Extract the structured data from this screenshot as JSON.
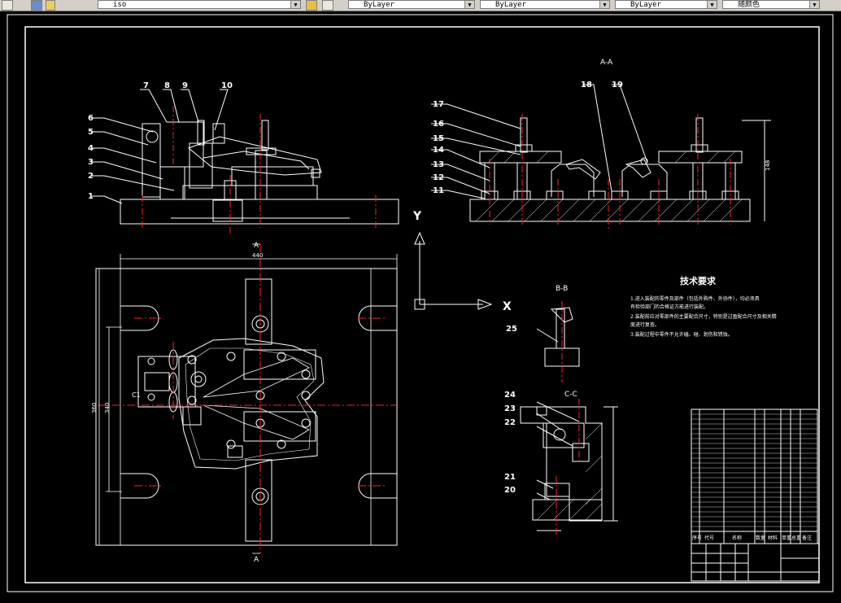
{
  "toolbar": {
    "layer_name": "iso",
    "color": "ByLayer",
    "linetype": "ByLayer",
    "lineweight": "ByLayer",
    "plotstyle": "随颜色"
  },
  "drawing": {
    "views": {
      "section_aa": "A-A",
      "section_bb": "B-B",
      "section_cc": "C-C",
      "section_mark_a_top": "A",
      "section_mark_a_bottom": "A"
    },
    "part_numbers": [
      "1",
      "2",
      "3",
      "4",
      "5",
      "6",
      "7",
      "8",
      "9",
      "10",
      "11",
      "12",
      "13",
      "14",
      "15",
      "16",
      "17",
      "18",
      "19",
      "20",
      "21",
      "22",
      "23",
      "24",
      "25"
    ],
    "ucs": {
      "x": "X",
      "y": "Y"
    },
    "tech_requirements": {
      "title": "技术要求",
      "lines": [
        "1.进入装配的零件及部件（包括外购件、外协件），均必须具",
        "有检验部门的合格证方能进行装配。",
        "2.装配前应对零部件的主要配合尺寸，特别是过盈配合尺寸及相关精",
        "度进行复查。",
        "3.装配过程中零件不允许磕、碰、划伤和锈蚀。"
      ]
    },
    "bom_header": [
      "序号",
      "代号",
      "名称",
      "数量",
      "材料",
      "单重",
      "总重",
      "备注"
    ],
    "dims": {
      "top_width": "440",
      "left_height": "360",
      "inner_height": "340",
      "c_label": "C1",
      "h_right": "148"
    },
    "colors": {
      "line": "#ffffff",
      "center": "#ff2020",
      "accent": "#ffff00",
      "paper": "#000000"
    }
  }
}
